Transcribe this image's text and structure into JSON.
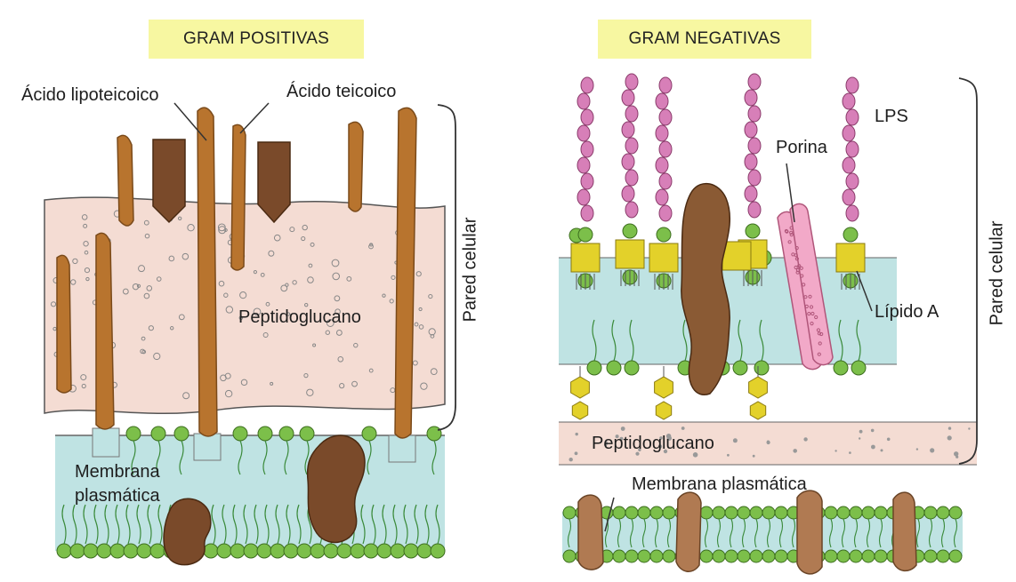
{
  "gram_positive": {
    "title": "GRAM POSITIVAS",
    "labels": {
      "lipoteichoic": "Ácido lipoteicoico",
      "teichoic": "Ácido teicoico",
      "peptidoglycan": "Peptidoglucano",
      "membrane_line1": "Membrana",
      "membrane_line2": "plasmática",
      "cell_wall": "Pared celular"
    }
  },
  "gram_negative": {
    "title": "GRAM NEGATIVAS",
    "labels": {
      "lps": "LPS",
      "porin": "Porina",
      "lipid_a": "Lípido A",
      "peptidoglycan": "Peptidoglucano",
      "membrane": "Membrana plasmática",
      "cell_wall": "Pared celular"
    }
  },
  "colors": {
    "title_bg": "#f7f7a1",
    "peptidoglycan": "#f4dcd3",
    "membrane": "#bfe3e3",
    "head_green": "#7cbf4a",
    "teichoic_brown": "#b8742e",
    "protein_brown": "#7a4a2a",
    "lps_pink": "#d77fb8",
    "lipid_a_yellow": "#e3d12a",
    "porin_pink": "#f2a9c8"
  }
}
